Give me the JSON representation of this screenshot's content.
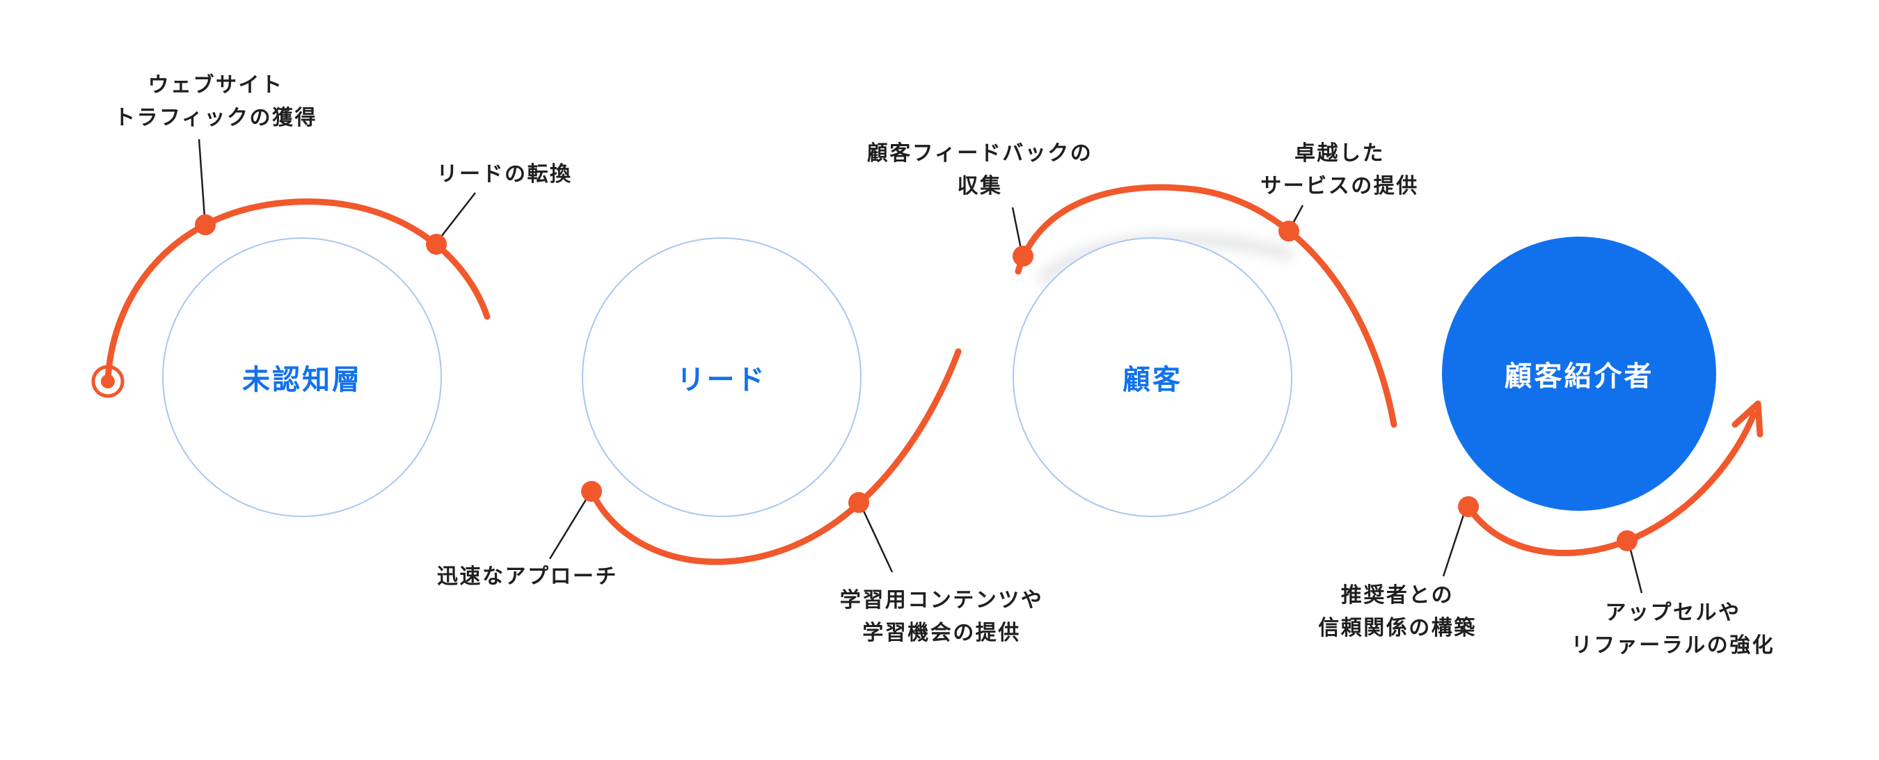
{
  "title": "カスタマージャーニー ファネル図",
  "colors": {
    "accent_orange": "#F1582C",
    "primary_blue": "#1171EC",
    "circle_border_blue": "#A9C7F1",
    "text_dark": "#1F1F1F",
    "background": "#FFFFFF"
  },
  "stages": [
    {
      "label": "未認知層",
      "style": "outline"
    },
    {
      "label": "リード",
      "style": "outline"
    },
    {
      "label": "顧客",
      "style": "outline"
    },
    {
      "label": "顧客紹介者",
      "style": "filled"
    }
  ],
  "annotations": [
    {
      "id": "website-traffic",
      "text": "ウェブサイト\nトラフィックの獲得"
    },
    {
      "id": "lead-conversion",
      "text": "リードの転換"
    },
    {
      "id": "feedback-collection",
      "text": "顧客フィードバックの\n収集"
    },
    {
      "id": "excellent-service",
      "text": "卓越した\nサービスの提供"
    },
    {
      "id": "rapid-approach",
      "text": "迅速なアプローチ"
    },
    {
      "id": "learning-content",
      "text": "学習用コンテンツや\n学習機会の提供"
    },
    {
      "id": "advocate-trust",
      "text": "推奨者との\n信頼関係の構築"
    },
    {
      "id": "upsell-referral",
      "text": "アップセルや\nリファーラルの強化"
    }
  ]
}
